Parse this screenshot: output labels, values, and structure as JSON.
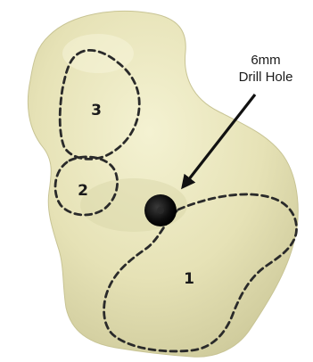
{
  "callout": {
    "line1": "6mm",
    "line2": "Drill Hole"
  },
  "regions": [
    {
      "label": "1"
    },
    {
      "label": "2"
    },
    {
      "label": "3"
    }
  ],
  "colors": {
    "bone_fill": "#e9e6bd",
    "bone_shadow": "#c9c598",
    "outline": "#2a2a2a",
    "hole": "#111111",
    "text": "#1a1a1a"
  }
}
